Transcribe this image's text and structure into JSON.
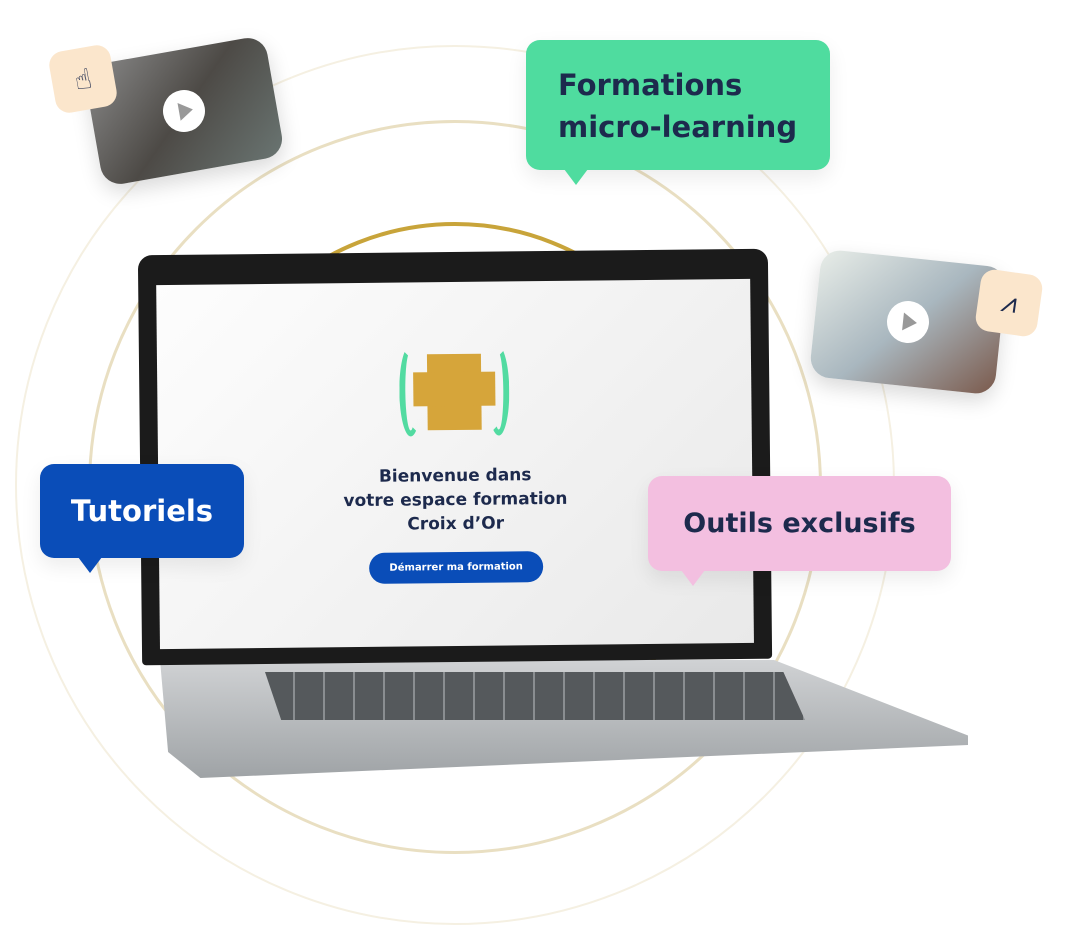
{
  "screen": {
    "welcome_line1": "Bienvenue dans",
    "welcome_line2": "votre espace formation",
    "welcome_line3": "Croix d’Or",
    "start_button": "Démarrer ma formation"
  },
  "bubbles": {
    "micro_learning_line1": "Formations",
    "micro_learning_line2": "micro-learning",
    "tutorials": "Tutoriels",
    "tools": "Outils exclusifs"
  },
  "colors": {
    "green": "#4fdc9f",
    "blue": "#0a4db8",
    "pink": "#f3bfe0",
    "navy": "#1d2a4d",
    "gold": "#c8a43a"
  }
}
